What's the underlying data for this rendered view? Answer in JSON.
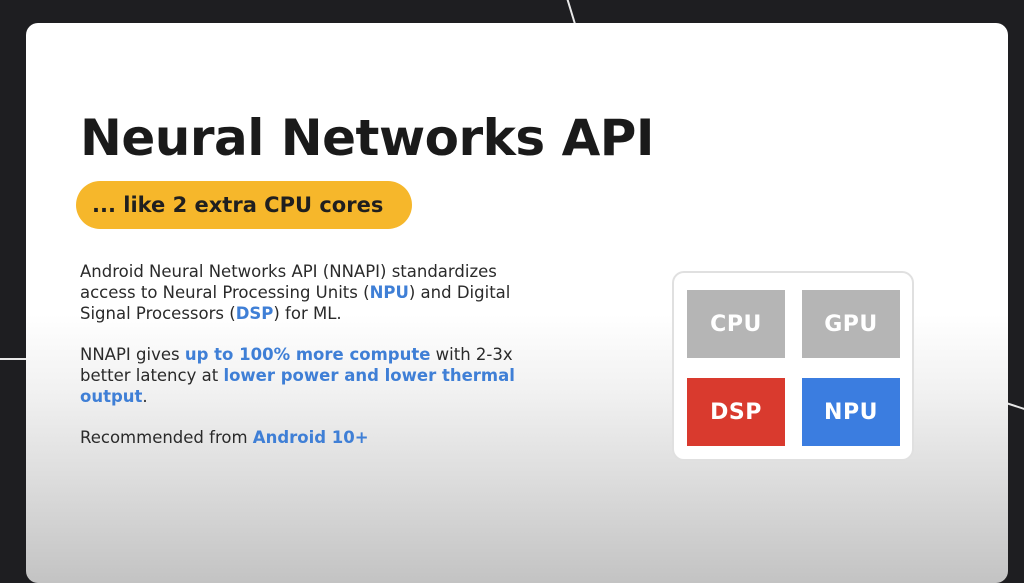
{
  "slide": {
    "title": "Neural Networks API",
    "tagline": "... like 2 extra CPU cores",
    "paragraphs": [
      {
        "segments": [
          {
            "text": "Android Neural Networks API (NNAPI) standardizes access to Neural Processing Units (",
            "highlight": false
          },
          {
            "text": "NPU",
            "highlight": true
          },
          {
            "text": ") and Digital Signal Processors (",
            "highlight": false
          },
          {
            "text": "DSP",
            "highlight": true
          },
          {
            "text": ") for ML.",
            "highlight": false
          }
        ]
      },
      {
        "segments": [
          {
            "text": "NNAPI gives ",
            "highlight": false
          },
          {
            "text": "up to 100% more compute",
            "highlight": true
          },
          {
            "text": " with 2-3x better latency at ",
            "highlight": false
          },
          {
            "text": "lower power and lower thermal output",
            "highlight": true
          },
          {
            "text": ".",
            "highlight": false
          }
        ]
      },
      {
        "segments": [
          {
            "text": "Recommended from ",
            "highlight": false
          },
          {
            "text": "Android 10+",
            "highlight": true
          }
        ]
      }
    ],
    "chips": [
      {
        "label": "CPU",
        "color": "#b5b5b5"
      },
      {
        "label": "GPU",
        "color": "#b5b5b5"
      },
      {
        "label": "DSP",
        "color": "#d93a2e"
      },
      {
        "label": "NPU",
        "color": "#3b7de0"
      }
    ]
  },
  "colors": {
    "background": "#1e1e21",
    "pill": "#f6b72b",
    "highlight": "#3f7fd6"
  }
}
